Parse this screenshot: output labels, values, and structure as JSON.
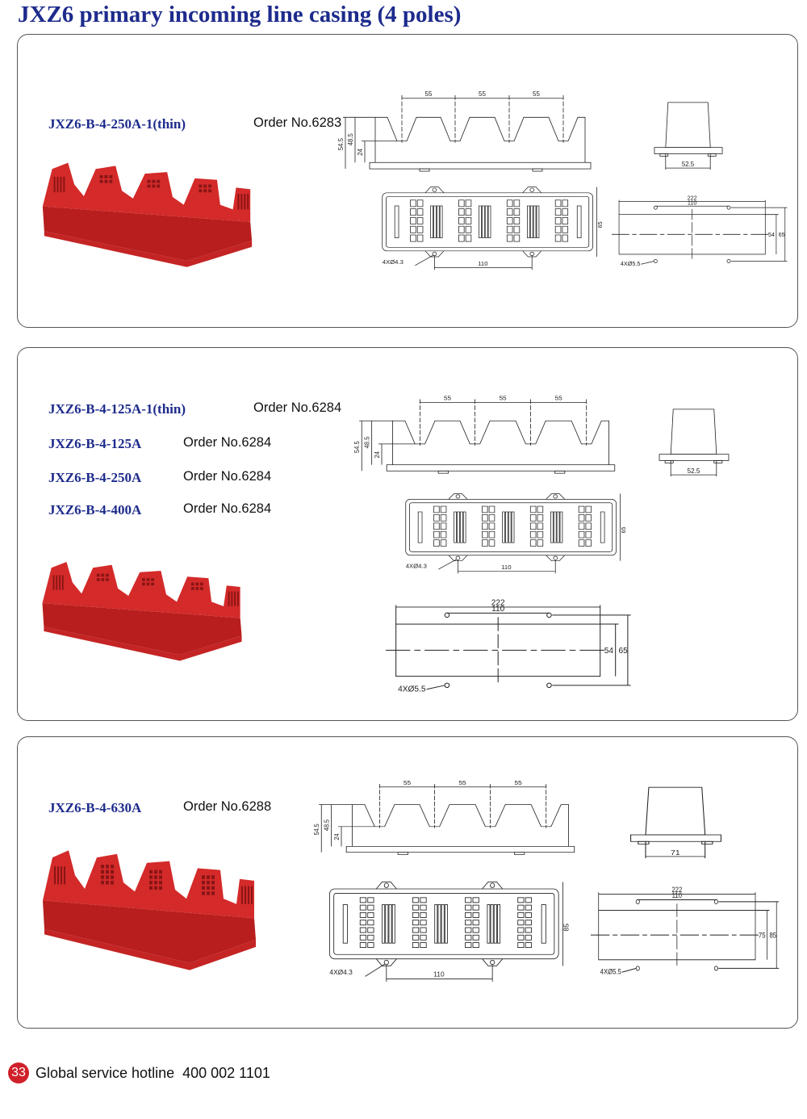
{
  "title": "JXZ6 primary incoming line casing (4 poles)",
  "panels": [
    {
      "products": [
        {
          "model": "JXZ6-B-4-250A-1(thin)",
          "order": "Order No.6283"
        }
      ],
      "drawings": {
        "side": {
          "pitch": [
            "55",
            "55",
            "55"
          ],
          "h1": "54.5",
          "h2": "48.5",
          "h3": "24"
        },
        "end": {
          "width": "52.5"
        },
        "top": {
          "height": "65",
          "holes": "4XØ4.3",
          "spacing": "110"
        },
        "foot": {
          "length": "222",
          "spacing": "110",
          "h_inner": "54",
          "h_outer": "65",
          "holes": "4XØ5.5"
        }
      }
    },
    {
      "products": [
        {
          "model": "JXZ6-B-4-125A-1(thin)",
          "order": "Order No.6284"
        },
        {
          "model": "JXZ6-B-4-125A",
          "order": "Order No.6284"
        },
        {
          "model": "JXZ6-B-4-250A",
          "order": "Order No.6284"
        },
        {
          "model": "JXZ6-B-4-400A",
          "order": "Order No.6284"
        }
      ],
      "drawings": {
        "side": {
          "pitch": [
            "55",
            "55",
            "55"
          ],
          "h1": "54.5",
          "h2": "48.5",
          "h3": "24"
        },
        "end": {
          "width": "52.5"
        },
        "top": {
          "height": "65",
          "holes": "4XØ4.3",
          "spacing": "110"
        },
        "foot": {
          "length": "222",
          "spacing": "110",
          "h_inner": "54",
          "h_outer": "65",
          "holes": "4XØ5.5"
        }
      }
    },
    {
      "products": [
        {
          "model": "JXZ6-B-4-630A",
          "order": "Order No.6288"
        }
      ],
      "drawings": {
        "side": {
          "pitch": [
            "55",
            "55",
            "55"
          ],
          "h1": "54.5",
          "h2": "48.5",
          "h3": "24"
        },
        "end": {
          "width": "71"
        },
        "top": {
          "height": "85",
          "holes": "4XØ4.3",
          "spacing": "110"
        },
        "foot": {
          "length": "222",
          "spacing": "110",
          "h_inner": "75",
          "h_outer": "85",
          "holes": "4XØ5.5"
        }
      }
    }
  ],
  "footer": {
    "page": "33",
    "text": "Global service hotline  400 002 1101"
  },
  "colors": {
    "title": "#1d2b8c",
    "product": "#d42a2a",
    "badge": "#d0202a"
  }
}
